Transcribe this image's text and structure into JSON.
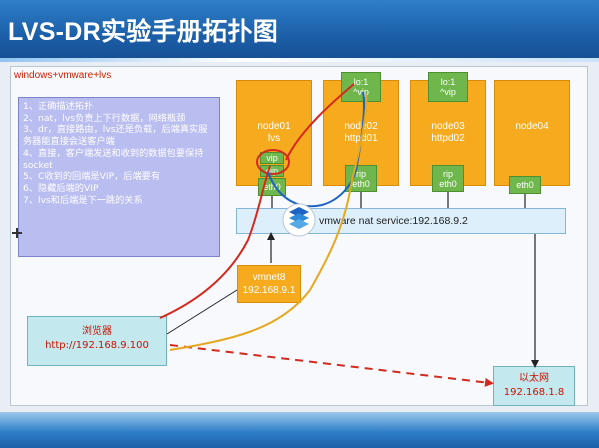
{
  "title": "LVS-DR实验手册拓扑图",
  "env_label": "windows+vmware+lvs",
  "notes": [
    "1、正确描述拓扑",
    "2、nat，lvs负责上下行数据，网络瓶颈",
    "3、dr，直接路由，lvs还是负载，后端真实服务器能直接会送客户端",
    "4、直接，客户端发送和收到的数据包要保持socket",
    "5、C收到的回端是VIP，后端要有",
    "6、隐藏后端的VIP",
    "7、lvs和后端是下一跳的关系"
  ],
  "nodes": {
    "node01": {
      "name": "node01",
      "role": "lvs",
      "vip": "vip",
      "dip": "dip",
      "eth": "eth0"
    },
    "node02": {
      "name": "node02",
      "role": "httpd01",
      "lo_label": "lo:1",
      "vip": "^vip",
      "rip": "rip",
      "eth": "eth0"
    },
    "node03": {
      "name": "node03",
      "role": "httpd02",
      "lo_label": "lo:1",
      "vip": "^vip",
      "rip": "rip",
      "eth": "eth0"
    },
    "node04": {
      "name": "node04",
      "eth": "eth0"
    }
  },
  "nat_bar": "vmware nat service:192.168.9.2",
  "vmnet": {
    "name": "vmnet8",
    "ip": "192.168.9.1"
  },
  "browser": {
    "label": "浏览器",
    "url": "http://192.168.9.100"
  },
  "ethernet": {
    "label": "以太网",
    "ip": "192.168.1.8"
  },
  "colors": {
    "title_bar": "#1b5fa8",
    "node_fill": "#f6ab1f",
    "eth_fill": "#6fb64c",
    "notes_fill": "#b9bdf0",
    "nat_fill": "#dceffb",
    "client_fill": "#c3e9ee",
    "request_path": "#d42a1e",
    "response_path": "#e5a820",
    "blue_path": "#1c63c2",
    "dashed_link": "#d42a1e"
  }
}
